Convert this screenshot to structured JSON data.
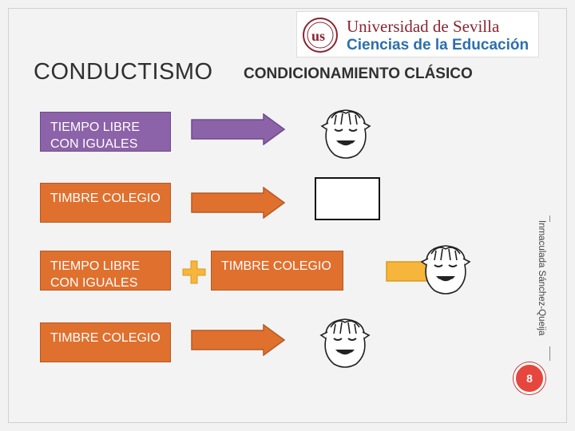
{
  "logo": {
    "line1": "Universidad de Sevilla",
    "line2": "Ciencias de la Educación",
    "seal_letters": "us"
  },
  "title": "CONDUCTISMO",
  "subtitle": "CONDICIONAMIENTO CLÁSICO",
  "rows": [
    {
      "label": "TIEMPO LIBRE CON IGUALES",
      "color": "#8c62a8",
      "arrow_color": "#8c62a8",
      "result": "smiling-face"
    },
    {
      "label": "TIMBRE COLEGIO",
      "color": "#e0702e",
      "arrow_color": "#e0702e",
      "result": "empty-box"
    },
    {
      "label_a": "TIEMPO LIBRE CON IGUALES",
      "label_b": "TIMBRE COLEGIO",
      "color": "#e0702e",
      "arrow_color": "#f6b53b",
      "result": "smiling-face"
    },
    {
      "label": "TIMBRE COLEGIO",
      "color": "#e0702e",
      "arrow_color": "#e0702e",
      "result": "smiling-face"
    }
  ],
  "plus_color": "#f6b53b",
  "vertical_author": "Inmaculada Sánchez-Queija",
  "page_number": "8"
}
